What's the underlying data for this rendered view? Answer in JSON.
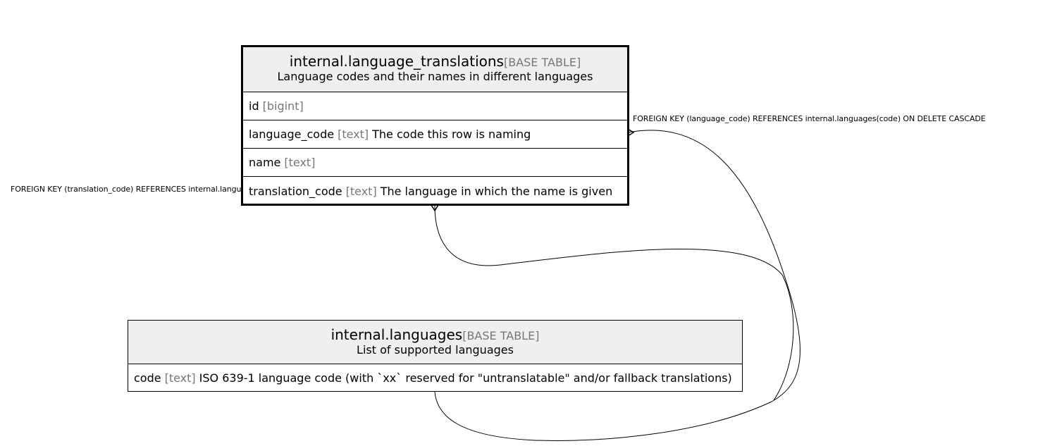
{
  "tables": {
    "translations": {
      "name": "internal.language_translations",
      "type": "[BASE TABLE]",
      "comment": "Language codes and their names in different languages",
      "columns": [
        {
          "name": "id",
          "type": "[bigint]",
          "comment": ""
        },
        {
          "name": "language_code",
          "type": "[text]",
          "comment": "The code this row is naming"
        },
        {
          "name": "name",
          "type": "[text]",
          "comment": ""
        },
        {
          "name": "translation_code",
          "type": "[text]",
          "comment": "The language in which the name is given"
        }
      ]
    },
    "languages": {
      "name": "internal.languages",
      "type": "[BASE TABLE]",
      "comment": "List of supported languages",
      "columns": [
        {
          "name": "code",
          "type": "[text]",
          "comment": "ISO 639-1 language code (with `xx` reserved for \"untranslatable\" and/or fallback translations)"
        }
      ]
    }
  },
  "relations": {
    "language_code_fk": "FOREIGN KEY (language_code) REFERENCES internal.languages(code) ON DELETE CASCADE",
    "translation_code_fk": "FOREIGN KEY (translation_code) REFERENCES internal.languages(code) ON DELETE CASCADE"
  }
}
